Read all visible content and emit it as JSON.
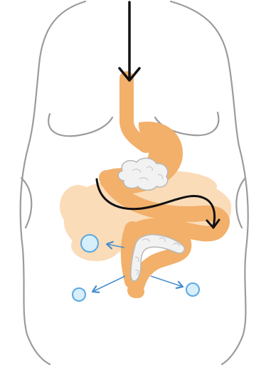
{
  "figure": {
    "subject": "digestive-tract-illustration",
    "colors": {
      "background": "#ffffff",
      "body_outline": "#9b9b9b",
      "digestive_tract": "#f2b06b",
      "fat_tissue": "#fbdcb8",
      "food_mass": "#f2f2f2",
      "food_outline": "#b8b8b8",
      "arrow_dark": "#111111",
      "absorbed_particle_fill": "#d7eefb",
      "absorbed_particle_stroke": "#5aa9e0",
      "absorption_arrow": "#4a8fcf"
    },
    "icons": [
      "esophagus-entry-arrow",
      "digestion-path-arrow",
      "nutrient-particle",
      "absorption-arrow"
    ]
  }
}
